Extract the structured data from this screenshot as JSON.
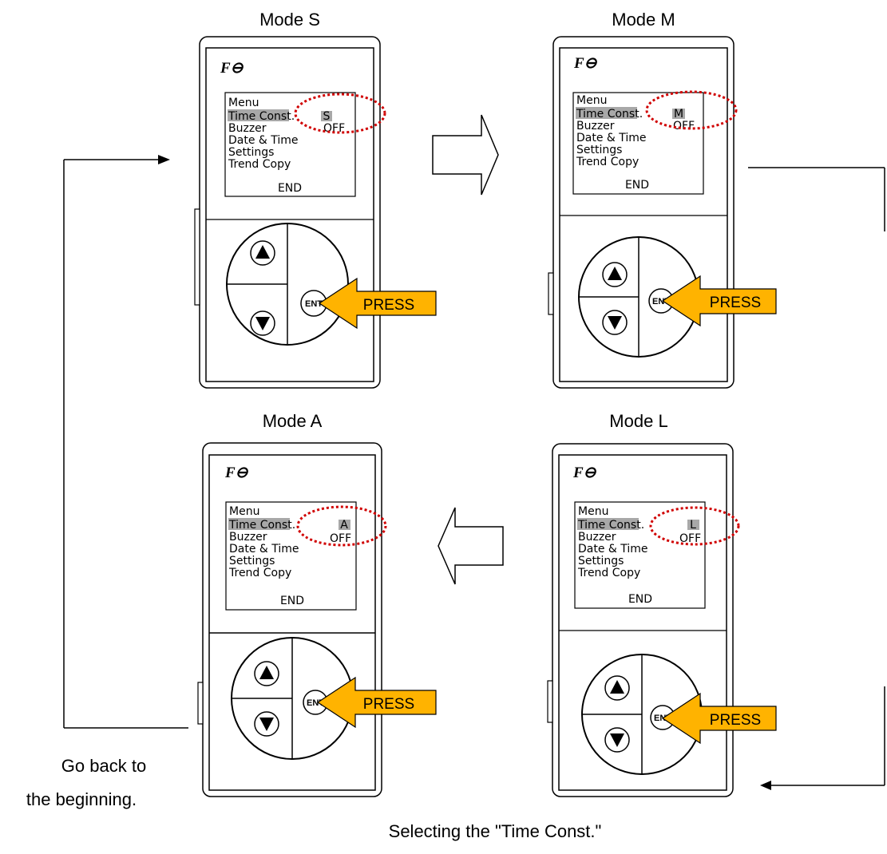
{
  "devices": [
    {
      "id": "s",
      "title": "Mode S",
      "logo": "F⊖",
      "menu": {
        "heading": "Menu",
        "items": [
          "Time Const.",
          "Buzzer",
          "Date & Time",
          "Settings",
          "Trend Copy"
        ],
        "time_const_value": "S",
        "buzzer_value": "OFF",
        "footer": "END"
      },
      "ent_label": "ENT",
      "press_label": "PRESS"
    },
    {
      "id": "m",
      "title": "Mode M",
      "logo": "F⊖",
      "menu": {
        "heading": "Menu",
        "items": [
          "Time Const.",
          "Buzzer",
          "Date & Time",
          "Settings",
          "Trend Copy"
        ],
        "time_const_value": "M",
        "buzzer_value": "OFF",
        "footer": "END"
      },
      "ent_label": "ENT",
      "press_label": "PRESS"
    },
    {
      "id": "a",
      "title": "Mode A",
      "logo": "F⊖",
      "menu": {
        "heading": "Menu",
        "items": [
          "Time Const.",
          "Buzzer",
          "Date & Time",
          "Settings",
          "Trend Copy"
        ],
        "time_const_value": "A",
        "buzzer_value": "OFF",
        "footer": "END"
      },
      "ent_label": "ENT",
      "press_label": "PRESS"
    },
    {
      "id": "l",
      "title": "Mode L",
      "logo": "F⊖",
      "menu": {
        "heading": "Menu",
        "items": [
          "Time Const.",
          "Buzzer",
          "Date & Time",
          "Settings",
          "Trend Copy"
        ],
        "time_const_value": "L",
        "buzzer_value": "OFF",
        "footer": "END"
      },
      "ent_label": "ENT",
      "press_label": "PRESS"
    }
  ],
  "notes": {
    "go_back_line1": "Go back to",
    "go_back_line2": "the beginning."
  },
  "caption": "Selecting the \"Time Const.\"",
  "colors": {
    "press_arrow_fill": "#ffb300",
    "highlight_ellipse": "#d00000",
    "selected_item_bg": "#a8a8a8",
    "outline": "#000000"
  }
}
